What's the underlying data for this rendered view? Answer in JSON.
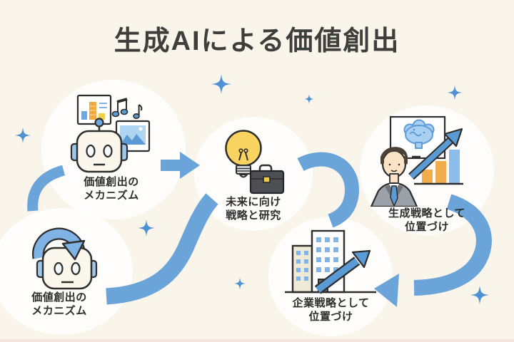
{
  "title": "生成AIによる価値創出",
  "nodes": {
    "mechanism_top": {
      "line1": "価値創出の",
      "line2": "メカニズム",
      "icon": "robot-with-media"
    },
    "mechanism_bottom": {
      "line1": "価値創出の",
      "line2": "メカニズム",
      "icon": "robot-with-cycle-arrow"
    },
    "future": {
      "line1": "未来に向け",
      "line2": "戦略と研究",
      "icon": "lightbulb-and-briefcase"
    },
    "generation": {
      "line1": "生成戦略として",
      "line2": "位置づけ",
      "icon": "businessman-brain-growth-chart"
    },
    "corporate": {
      "line1": "企業戦略として",
      "line2": "位置づけ",
      "icon": "buildings-growth-arrow"
    }
  },
  "flow_connectors": [
    "mechanism-bottom-to-mechanism-top-arc",
    "mechanism-top-to-future-arrow",
    "mechanism-bottom-to-future-swoosh",
    "future-downward-arc",
    "generation-to-corporate-arrow"
  ],
  "decorations": {
    "sparkle_count": 7
  },
  "colors": {
    "background": "#FAF5EA",
    "cloud": "#FFFFFF",
    "band_blue": "#6AA4D9",
    "accent_blue": "#5B9BD5",
    "light_blue": "#7FB5E8",
    "star_blue": "#4E92D5",
    "bulb_yellow": "#F8D35F",
    "bar_orange": "#F1AD4C",
    "outline": "#2E2E2E",
    "text_dark": "#2D2D2D",
    "title": "#3E3E3C",
    "footer_strip": "#F2E3DF"
  }
}
